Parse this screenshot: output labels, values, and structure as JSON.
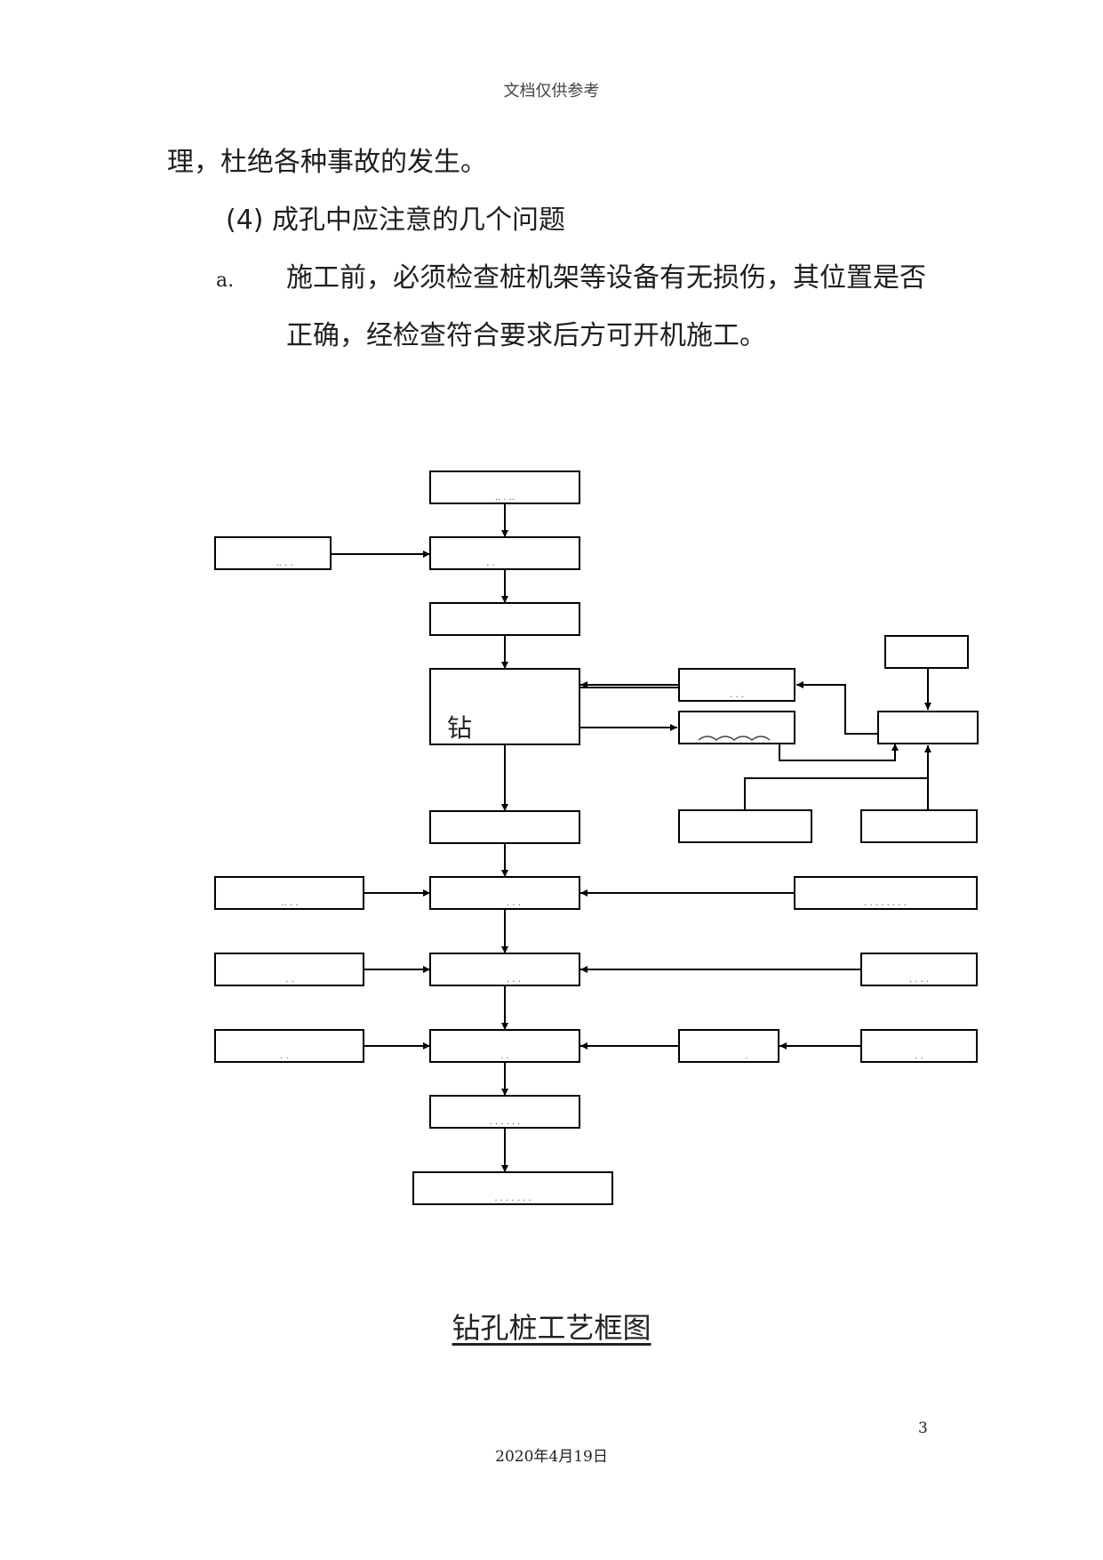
{
  "header": {
    "text": "文档仅供参考"
  },
  "body": {
    "line1": "理，杜绝各种事故的发生。",
    "heading": "(4) 成孔中应注意的几个问题",
    "item_a_marker": "a.",
    "item_a_line1": "施工前，必须检查桩机架等设备有无损伤，其位置是否",
    "item_a_line2": "正确，经检查符合要求后方可开机施工。"
  },
  "flowchart": {
    "boxes": [
      {
        "id": "b1",
        "text": "..  .        .."
      },
      {
        "id": "b2",
        "text": ". ."
      },
      {
        "id": "b3",
        "text": ".. .  ."
      },
      {
        "id": "b4",
        "text": ""
      },
      {
        "id": "b5",
        "text": "钻"
      },
      {
        "id": "b6",
        "text": ". .        ."
      },
      {
        "id": "b7",
        "text": ""
      },
      {
        "id": "b8",
        "text": ""
      },
      {
        "id": "b9",
        "text": ""
      },
      {
        "id": "b10",
        "text": ""
      },
      {
        "id": "b11",
        "text": ""
      },
      {
        "id": "b12",
        "text": ""
      },
      {
        "id": "b13",
        "text": ".        . ."
      },
      {
        "id": "b14",
        "text": "..        . ."
      },
      {
        "id": "b15",
        "text": ".   . . .       . . .    ."
      },
      {
        "id": "b16",
        "text": ".        . ."
      },
      {
        "id": "b17",
        "text": ".              ."
      },
      {
        "id": "b18",
        "text": ".    .   .  ."
      },
      {
        "id": "b19",
        "text": ".    ."
      },
      {
        "id": "b20",
        "text": ".          ."
      },
      {
        "id": "b21",
        "text": "."
      },
      {
        "id": "b22",
        "text": ".       ."
      },
      {
        "id": "b23",
        "text": ". .     . . .  ."
      },
      {
        "id": "b24",
        "text": ". .     . . .    .         ."
      }
    ]
  },
  "caption": {
    "text": "钻孔桩工艺框图"
  },
  "footer": {
    "page_number": "3",
    "date": "2020年4月19日"
  }
}
